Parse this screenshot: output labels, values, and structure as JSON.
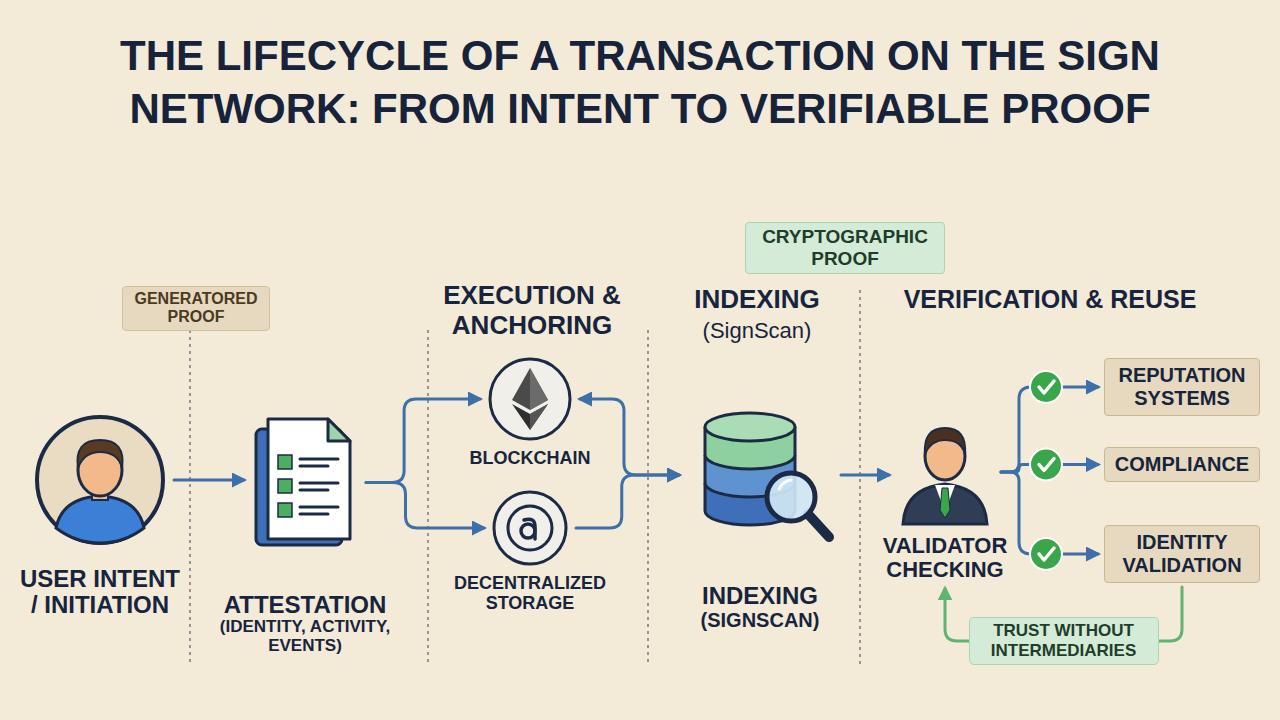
{
  "diagram": {
    "title": "THE LIFECYCLE OF A TRANSACTION ON THE SIGN NETWORK: FROM INTENT TO VERIFIABLE PROOF",
    "nodes": [
      {
        "text": [
          "GENERATORED PROOF"
        ]
      },
      {
        "text": [
          "USER INTENT / INITIATION"
        ]
      },
      {
        "text": [
          "ATTESTATION",
          "(IDENTITY, ACTIVITY, EVENTS)"
        ]
      },
      {
        "text": [
          "BLOCKCHAIN"
        ]
      },
      {
        "text": [
          "DECENTRALIZED STORAGE"
        ]
      },
      {
        "text": [
          "CRYPTOGRAPHIC PROOF"
        ]
      },
      {
        "text": [
          "INDEXING",
          "(SIGNSCAN)"
        ]
      },
      {
        "text": [
          "VALIDATOR CHECKING"
        ]
      },
      {
        "text": [
          "REPUTATION SYSTEMS"
        ]
      },
      {
        "text": [
          "COMPLIANCE"
        ]
      },
      {
        "text": [
          "IDENTITY VALIDATION"
        ]
      }
    ],
    "edges": [
      {
        "from": 1,
        "to": 2,
        "arrow": "to"
      },
      {
        "from": 2,
        "to": 3,
        "arrow": "to"
      },
      {
        "from": 2,
        "to": 4,
        "arrow": "to"
      },
      {
        "from": 3,
        "to": 6,
        "arrow": "both"
      },
      {
        "from": 4,
        "to": 6,
        "arrow": "to"
      },
      {
        "from": 6,
        "to": 7,
        "arrow": "to"
      },
      {
        "from": 7,
        "to": 8,
        "arrow": "to"
      },
      {
        "from": 7,
        "to": 9,
        "arrow": "to"
      },
      {
        "from": 7,
        "to": 10,
        "arrow": "to"
      },
      {
        "from": 10,
        "to": 7,
        "label": "TRUST WITHOUT INTERMEDIARIES",
        "arrow": "to"
      }
    ],
    "labels": [
      "EXECUTION & ANCHORING",
      "INDEXING",
      "(SignScan)",
      "VERIFICATION & REUSE"
    ]
  }
}
